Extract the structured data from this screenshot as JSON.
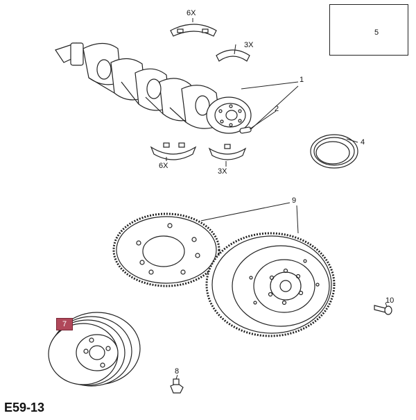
{
  "diagram": {
    "code": "E59-13",
    "legend": {
      "number": "5"
    },
    "callouts": [
      {
        "id": "1",
        "text": "1"
      },
      {
        "id": "2",
        "text": "2"
      },
      {
        "id": "4",
        "text": "4"
      },
      {
        "id": "7",
        "text": "7"
      },
      {
        "id": "8",
        "text": "8"
      },
      {
        "id": "9",
        "text": "9"
      },
      {
        "id": "10",
        "text": "10"
      }
    ],
    "quantities": {
      "upper_main_bearing": "6X",
      "upper_thrust_bearing": "3X",
      "lower_main_bearing": "6X",
      "lower_thrust_bearing": "3X"
    }
  }
}
